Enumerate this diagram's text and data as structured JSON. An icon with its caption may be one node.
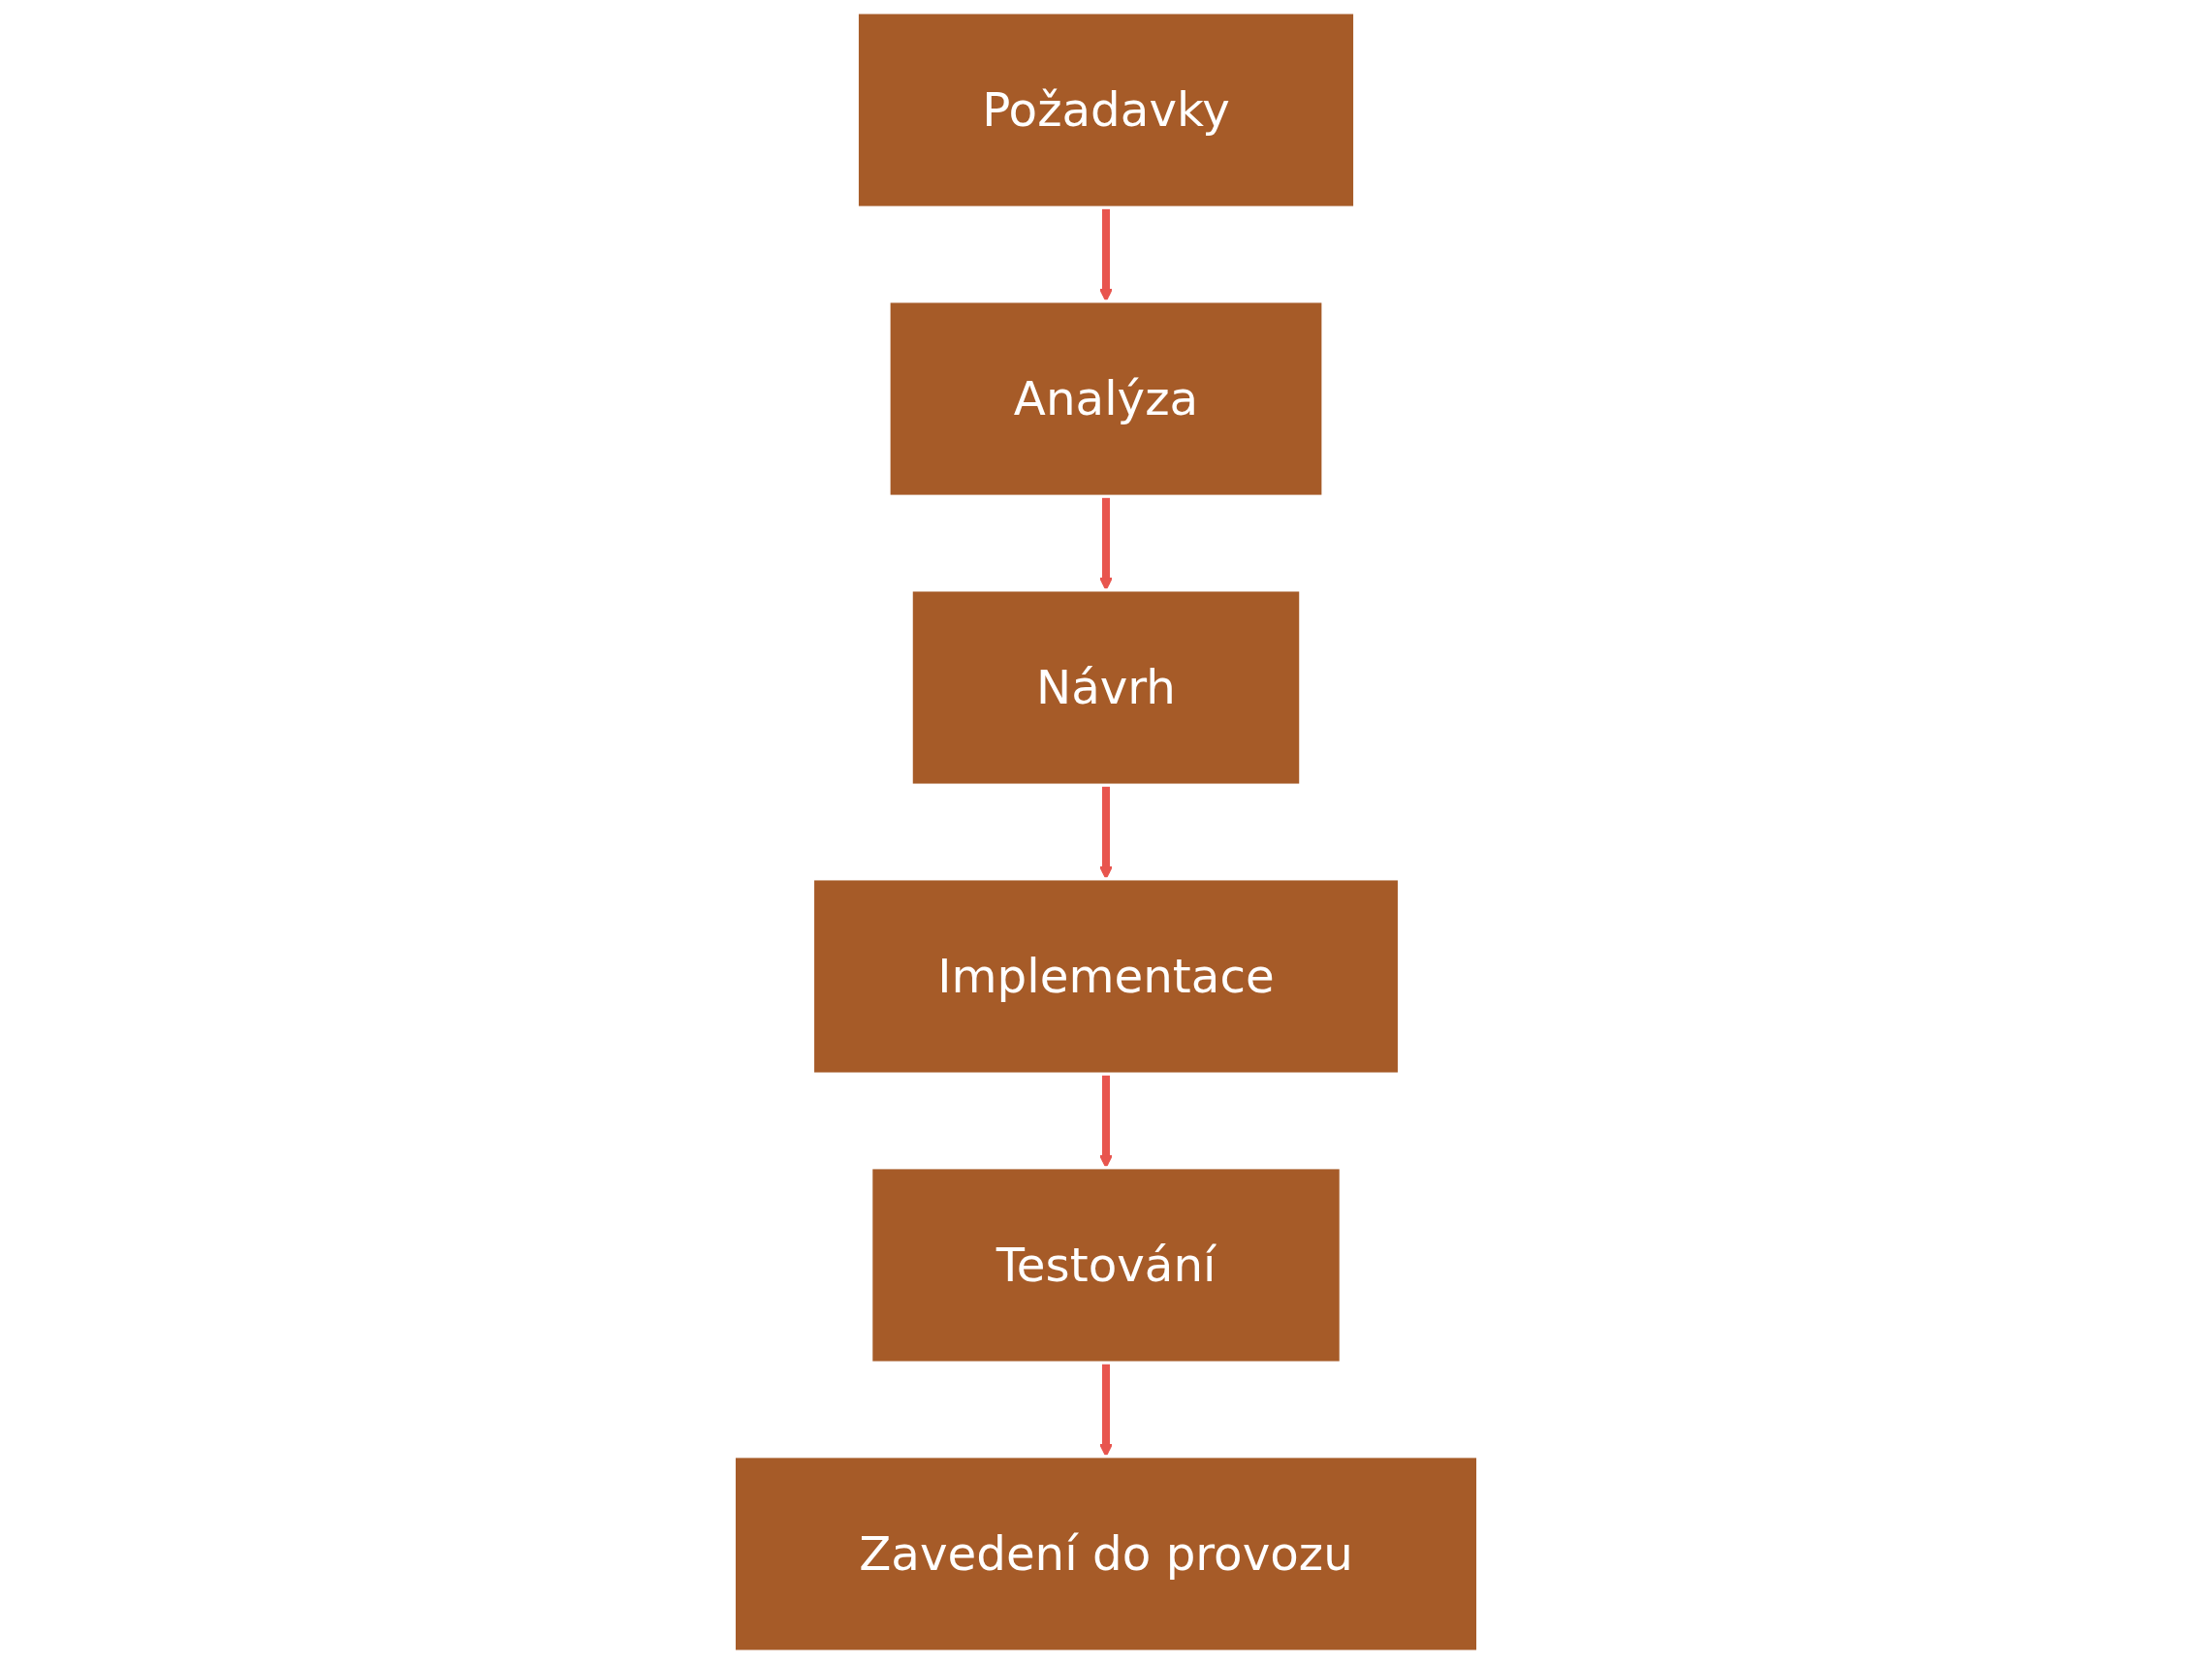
{
  "diagram": {
    "nodes": [
      {
        "text": [
          "Požadavky"
        ]
      },
      {
        "text": [
          "Analýza"
        ]
      },
      {
        "text": [
          "Návrh"
        ]
      },
      {
        "text": [
          "Implementace"
        ]
      },
      {
        "text": [
          "Testování"
        ]
      },
      {
        "text": [
          "Zavedení do provozu"
        ]
      }
    ],
    "edges": [
      {
        "from": 0,
        "to": 1,
        "arrow": "to"
      },
      {
        "from": 1,
        "to": 2,
        "arrow": "to"
      },
      {
        "from": 2,
        "to": 3,
        "arrow": "to"
      },
      {
        "from": 3,
        "to": 4,
        "arrow": "to"
      },
      {
        "from": 4,
        "to": 5,
        "arrow": "to"
      }
    ]
  }
}
